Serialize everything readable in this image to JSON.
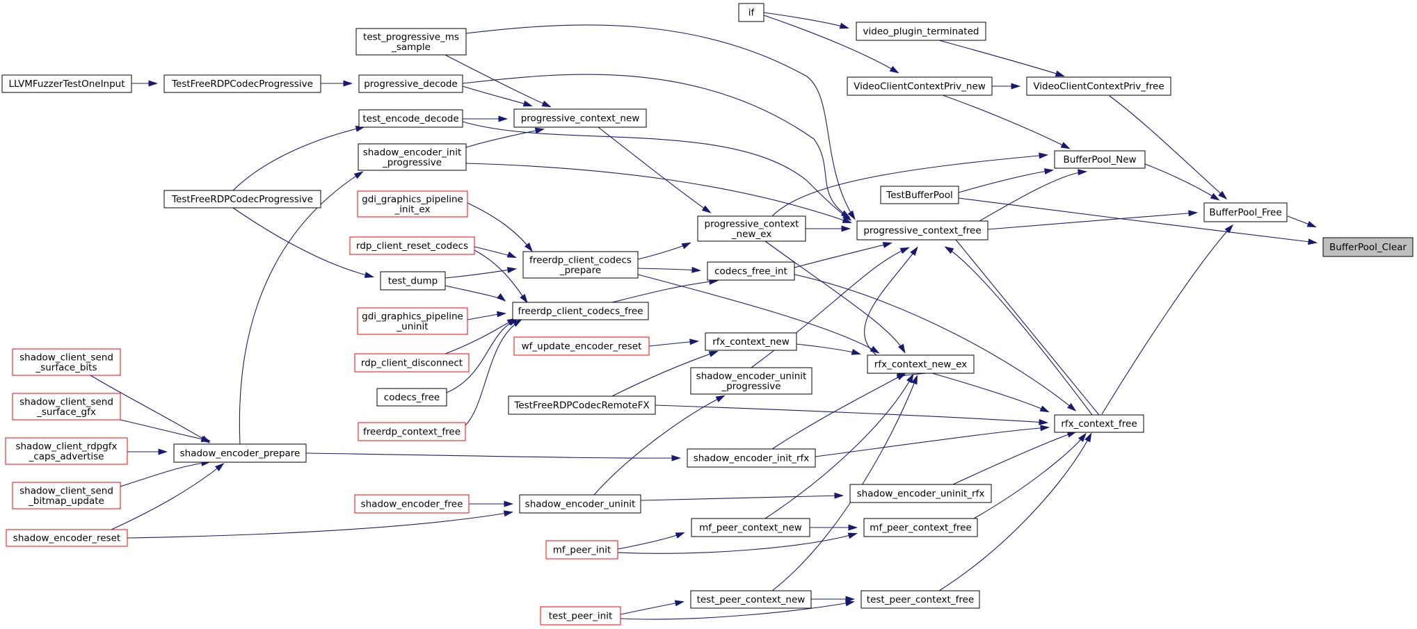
{
  "graph": {
    "title": "",
    "edge_color": "#191970",
    "truncated_border_color": "#ff0000",
    "highlight_fill": "#bfbfbf",
    "nodes": [
      {
        "id": "n0",
        "lines": [
          "BufferPool_Clear"
        ],
        "style": "highlight"
      },
      {
        "id": "n1",
        "lines": [
          "BufferPool_Free"
        ],
        "style": "normal"
      },
      {
        "id": "n2",
        "lines": [
          "TestBufferPool"
        ],
        "style": "normal"
      },
      {
        "id": "n3",
        "lines": [
          "BufferPool_New"
        ],
        "style": "normal"
      },
      {
        "id": "n4",
        "lines": [
          "VideoClientContextPriv_free"
        ],
        "style": "normal"
      },
      {
        "id": "n5",
        "lines": [
          "progressive_context_free"
        ],
        "style": "normal"
      },
      {
        "id": "n6",
        "lines": [
          "rfx_context_free"
        ],
        "style": "normal"
      },
      {
        "id": "n7",
        "lines": [
          "if"
        ],
        "style": "normal"
      },
      {
        "id": "n8",
        "lines": [
          "video_plugin_terminated"
        ],
        "style": "normal"
      },
      {
        "id": "n9",
        "lines": [
          "VideoClientContextPriv_new"
        ],
        "style": "normal"
      },
      {
        "id": "n10",
        "lines": [
          "progressive_context",
          "_new_ex"
        ],
        "style": "normal"
      },
      {
        "id": "n11",
        "lines": [
          "rfx_context_new_ex"
        ],
        "style": "normal"
      },
      {
        "id": "n12",
        "lines": [
          "codecs_free_int"
        ],
        "style": "normal"
      },
      {
        "id": "n13",
        "lines": [
          "progressive_context_new"
        ],
        "style": "normal"
      },
      {
        "id": "n14",
        "lines": [
          "test_progressive_ms",
          "_sample"
        ],
        "style": "normal"
      },
      {
        "id": "n15",
        "lines": [
          "progressive_decode"
        ],
        "style": "normal"
      },
      {
        "id": "n16",
        "lines": [
          "test_encode_decode"
        ],
        "style": "normal"
      },
      {
        "id": "n17",
        "lines": [
          "shadow_encoder_init",
          "_progressive"
        ],
        "style": "normal"
      },
      {
        "id": "n18",
        "lines": [
          "shadow_encoder_uninit",
          "_progressive"
        ],
        "style": "normal"
      },
      {
        "id": "n19",
        "lines": [
          "freerdp_client_codecs",
          "_prepare"
        ],
        "style": "normal"
      },
      {
        "id": "n20",
        "lines": [
          "TestFreeRDPCodecProgressive"
        ],
        "style": "normal"
      },
      {
        "id": "n21",
        "lines": [
          "LLVMFuzzerTestOneInput"
        ],
        "style": "normal"
      },
      {
        "id": "n22",
        "lines": [
          "TestFreeRDPCodecProgressive"
        ],
        "style": "normal"
      },
      {
        "id": "n23",
        "lines": [
          "shadow_encoder_prepare"
        ],
        "style": "normal"
      },
      {
        "id": "n24",
        "lines": [
          "shadow_client_send",
          "_surface_bits"
        ],
        "style": "truncated"
      },
      {
        "id": "n25",
        "lines": [
          "shadow_client_send",
          "_surface_gfx"
        ],
        "style": "truncated"
      },
      {
        "id": "n26",
        "lines": [
          "shadow_client_rdpgfx",
          "_caps_advertise"
        ],
        "style": "truncated"
      },
      {
        "id": "n27",
        "lines": [
          "shadow_client_send",
          "_bitmap_update"
        ],
        "style": "truncated"
      },
      {
        "id": "n28",
        "lines": [
          "shadow_encoder_reset"
        ],
        "style": "truncated"
      },
      {
        "id": "n29",
        "lines": [
          "shadow_encoder_uninit"
        ],
        "style": "normal"
      },
      {
        "id": "n30",
        "lines": [
          "shadow_encoder_free"
        ],
        "style": "truncated"
      },
      {
        "id": "n31",
        "lines": [
          "gdi_graphics_pipeline",
          "_init_ex"
        ],
        "style": "truncated"
      },
      {
        "id": "n32",
        "lines": [
          "rdp_client_reset_codecs"
        ],
        "style": "truncated"
      },
      {
        "id": "n33",
        "lines": [
          "test_dump"
        ],
        "style": "normal"
      },
      {
        "id": "n34",
        "lines": [
          "freerdp_client_codecs_free"
        ],
        "style": "normal"
      },
      {
        "id": "n35",
        "lines": [
          "gdi_graphics_pipeline",
          "_uninit"
        ],
        "style": "truncated"
      },
      {
        "id": "n36",
        "lines": [
          "rdp_client_disconnect"
        ],
        "style": "truncated"
      },
      {
        "id": "n37",
        "lines": [
          "codecs_free"
        ],
        "style": "normal"
      },
      {
        "id": "n38",
        "lines": [
          "freerdp_context_free"
        ],
        "style": "truncated"
      },
      {
        "id": "n39",
        "lines": [
          "rfx_context_new"
        ],
        "style": "normal"
      },
      {
        "id": "n40",
        "lines": [
          "wf_update_encoder_reset"
        ],
        "style": "truncated"
      },
      {
        "id": "n41",
        "lines": [
          "TestFreeRDPCodecRemoteFX"
        ],
        "style": "normal"
      },
      {
        "id": "n42",
        "lines": [
          "shadow_encoder_init_rfx"
        ],
        "style": "normal"
      },
      {
        "id": "n43",
        "lines": [
          "shadow_encoder_uninit_rfx"
        ],
        "style": "normal"
      },
      {
        "id": "n44",
        "lines": [
          "mf_peer_context_new"
        ],
        "style": "normal"
      },
      {
        "id": "n45",
        "lines": [
          "mf_peer_context_free"
        ],
        "style": "normal"
      },
      {
        "id": "n46",
        "lines": [
          "mf_peer_init"
        ],
        "style": "truncated"
      },
      {
        "id": "n47",
        "lines": [
          "test_peer_context_new"
        ],
        "style": "normal"
      },
      {
        "id": "n48",
        "lines": [
          "test_peer_context_free"
        ],
        "style": "normal"
      },
      {
        "id": "n49",
        "lines": [
          "test_peer_init"
        ],
        "style": "truncated"
      }
    ]
  }
}
